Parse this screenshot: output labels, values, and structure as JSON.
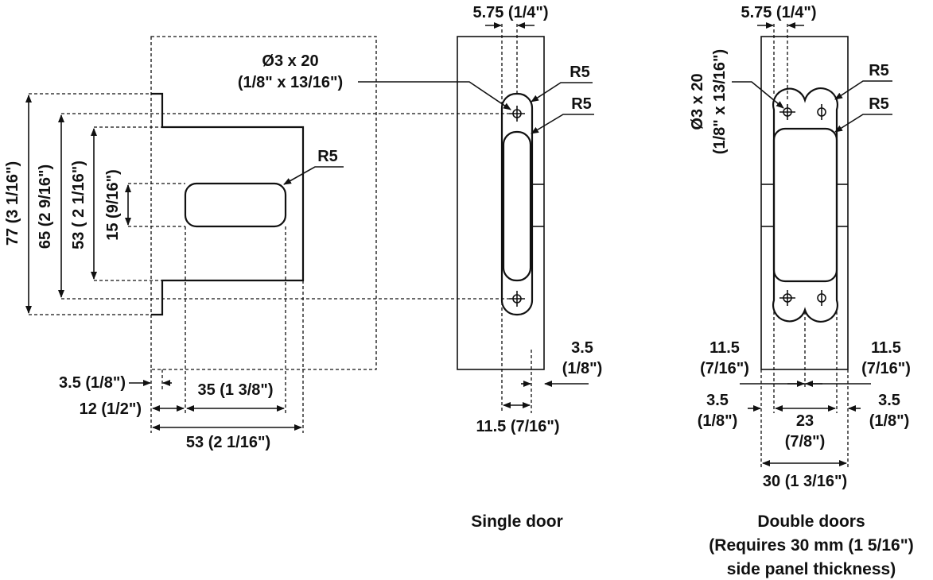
{
  "left_view": {
    "dim_77": "77 (3 1/16\")",
    "dim_65": "65 (2 9/16\")",
    "dim_53_v": "53 ( 2 1/16\")",
    "dim_15": "15 (9/16\")",
    "hole_line1": "Ø3 x 20",
    "hole_line2": "(1/8\" x 13/16\")",
    "radius": "R5",
    "dim_3_5": "3.5 (1/8\")",
    "dim_12": "12 (1/2\")",
    "dim_35": "35 (1 3/8\")",
    "dim_53_h": "53 (2 1/16\")"
  },
  "single_door": {
    "top_dim": "5.75 (1/4\")",
    "radius_top": "R5",
    "radius_2": "R5",
    "dim_3_5_line1": "3.5",
    "dim_3_5_line2": "(1/8\")",
    "dim_11_5": "11.5 (7/16\")",
    "caption": "Single door"
  },
  "double_doors": {
    "top_dim": "5.75 (1/4\")",
    "hole_line1": "Ø3 x 20",
    "hole_line2": "(1/8\" x 13/16\")",
    "radius_top": "R5",
    "radius_2": "R5",
    "dim_11_5_left_1": "11.5",
    "dim_11_5_left_2": "(7/16\")",
    "dim_11_5_right_1": "11.5",
    "dim_11_5_right_2": "(7/16\")",
    "dim_3_5_left_1": "3.5",
    "dim_3_5_left_2": "(1/8\")",
    "dim_3_5_right_1": "3.5",
    "dim_3_5_right_2": "(1/8\")",
    "dim_23_1": "23",
    "dim_23_2": "(7/8\")",
    "dim_30": "30 (1 3/16\")",
    "caption_1": "Double doors",
    "caption_2": "(Requires 30 mm (1 5/16\")",
    "caption_3": "side panel thickness)"
  }
}
